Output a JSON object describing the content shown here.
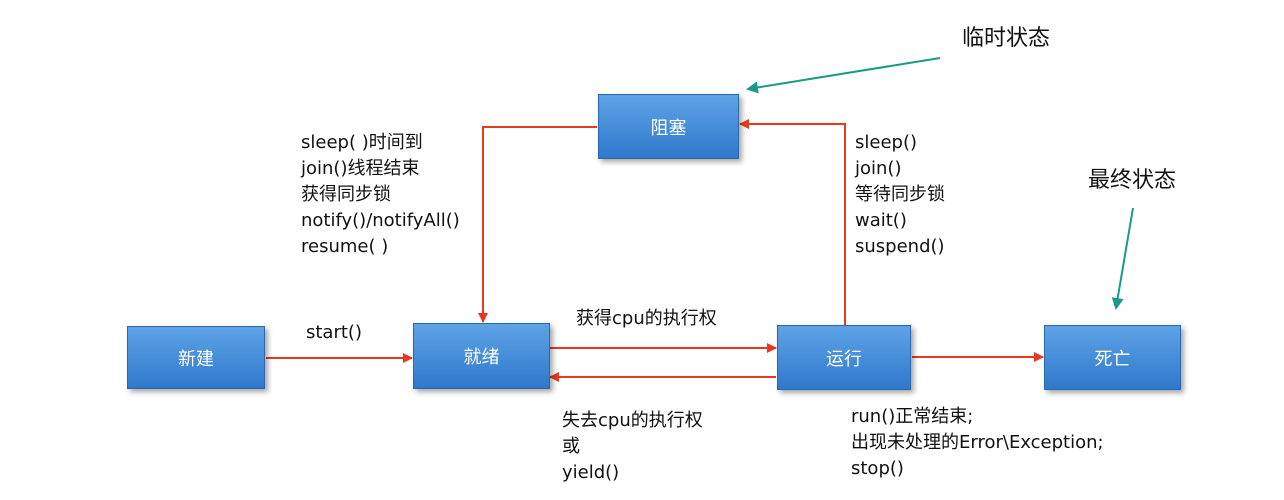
{
  "states": {
    "new": "新建",
    "runnable": "就绪",
    "running": "运行",
    "blocked": "阻塞",
    "dead": "死亡"
  },
  "labels": {
    "start": "start()",
    "get_cpu": "获得cpu的执行权",
    "lose_cpu": [
      "失去cpu的执行权",
      "或",
      "yield()"
    ],
    "to_blocked": [
      "sleep()",
      "join()",
      "等待同步锁",
      "wait()",
      "suspend()"
    ],
    "from_blocked": [
      "sleep( )时间到",
      "join()线程结束",
      "获得同步锁",
      "notify()/notifyAll()",
      "resume( )"
    ],
    "to_dead": [
      "run()正常结束;",
      "出现未处理的Error\\Exception;",
      "stop()"
    ]
  },
  "annotations": {
    "temporary": "临时状态",
    "final": "最终状态"
  },
  "colors": {
    "box_top": "#5fa3e6",
    "box_bottom": "#2f79cc",
    "transition_arrow": "#e8391e",
    "annotation_arrow": "#1a9a86"
  }
}
